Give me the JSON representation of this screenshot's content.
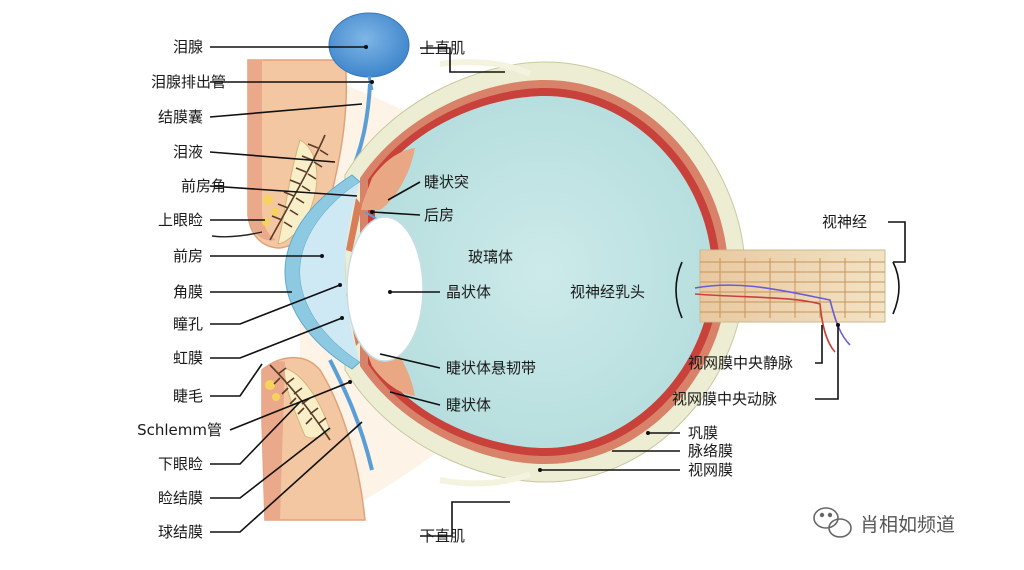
{
  "labels": {
    "lacrimal_gland": "泪腺",
    "lacrimal_duct": "泪腺排出管",
    "conjunctival_sac": "结膜囊",
    "tear_fluid": "泪液",
    "anterior_chamber_angle": "前房角",
    "upper_eyelid": "上眼睑",
    "anterior_chamber": "前房",
    "cornea": "角膜",
    "pupil": "瞳孔",
    "iris": "虹膜",
    "eyelash": "睫毛",
    "schlemm_canal": "Schlemm管",
    "lower_eyelid": "下眼睑",
    "palpebral_conjunctiva": "睑结膜",
    "bulbar_conjunctiva": "球结膜",
    "superior_rectus": "上直肌",
    "ciliary_process": "睫状突",
    "posterior_chamber": "后房",
    "vitreous_body": "玻璃体",
    "lens": "晶状体",
    "optic_disc": "视神经乳头",
    "zonule": "睫状体悬韧带",
    "ciliary_body": "睫状体",
    "optic_nerve": "视神经",
    "central_retinal_vein": "视网膜中央静脉",
    "central_retinal_artery": "视网膜中央动脉",
    "sclera": "巩膜",
    "choroid": "脉络膜",
    "retina": "视网膜",
    "inferior_rectus": "下直肌"
  },
  "watermark": {
    "text": "肖相如频道",
    "icon": "wechat-icon"
  },
  "colors": {
    "sclera": "#ecedd3",
    "choroid": "#d9826a",
    "retina": "#c8423b",
    "vitreous": "#bfe3e3",
    "cornea": "#8ec9e2",
    "lens": "#ffffff",
    "iris": "#e9a883",
    "lacrimal_gland": "#5b9ed6",
    "eyelid_tissue": "#f3c7a2"
  }
}
